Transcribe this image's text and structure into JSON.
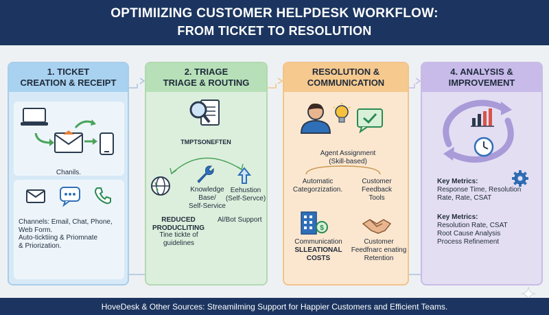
{
  "header": {
    "title_line1": "OPTIMIIZING CUSTOMER HELPDESK WORKFLOW:",
    "title_line2": "FROM TICKET TO RESOLUTION"
  },
  "panel1": {
    "title_line1": "1. TICKET",
    "title_line2": "CREATION & RECEIPT",
    "chanils_label": "Chanils.",
    "channels_text": [
      "Channels: Email, Chat, Phone,",
      "Web Form.",
      "Auto-ticktiing & Priomnate",
      "& Priorization."
    ]
  },
  "panel2": {
    "title_line1": "2. TRIAGE",
    "title_line2": "TRIAGE & ROUTING",
    "doc_label": "TMPTSONEFTEN",
    "kb_label": [
      "Knowledge",
      "Base/",
      "Self-Service"
    ],
    "escalation_label": [
      "Eehustion",
      "(Self-Servce)"
    ],
    "reduced_label": [
      "REDUCED",
      "PRODUCLITING"
    ],
    "guidelines_label": [
      "Tine tickte of",
      "guidelines"
    ],
    "bot_label": "Al/Bot Support"
  },
  "panel3": {
    "title_line1": "RESOLUTION &",
    "title_line2": "COMMUNICATION",
    "agent_label": [
      "Agent Assignment",
      "(Skill-based)"
    ],
    "auto_label": [
      "Automatic",
      "Categorzization."
    ],
    "feedback_label": [
      "Customer",
      "Feedback",
      "Tools"
    ],
    "comm_label": [
      "Communication",
      "SLLEATIONAL COSTS"
    ],
    "retention_label": [
      "Customer",
      "Feedfnarc enating",
      "Retention"
    ]
  },
  "panel4": {
    "title_line1": "4. ANALYSIS &",
    "title_line2": "IMPROVEMENT",
    "metrics1_title": "Key Metrics:",
    "metrics1_lines": [
      "Response Time, Resolution",
      "Rate, Rate, CSAT"
    ],
    "metrics2_title": "Key Metrics:",
    "metrics2_lines": [
      "Resolution Rate, CSAT",
      "Root Cause Analysis",
      "Process Refinement"
    ]
  },
  "footer": {
    "text": "HoveDesk & Other Sources: Streamilming Support for Happier Customers and Efficient Teams."
  },
  "colors": {
    "header_bg": "#1c3560",
    "panel1": "#d7e9f7",
    "panel2": "#dcefdc",
    "panel3": "#fbe7cf",
    "panel4": "#e4def3"
  }
}
